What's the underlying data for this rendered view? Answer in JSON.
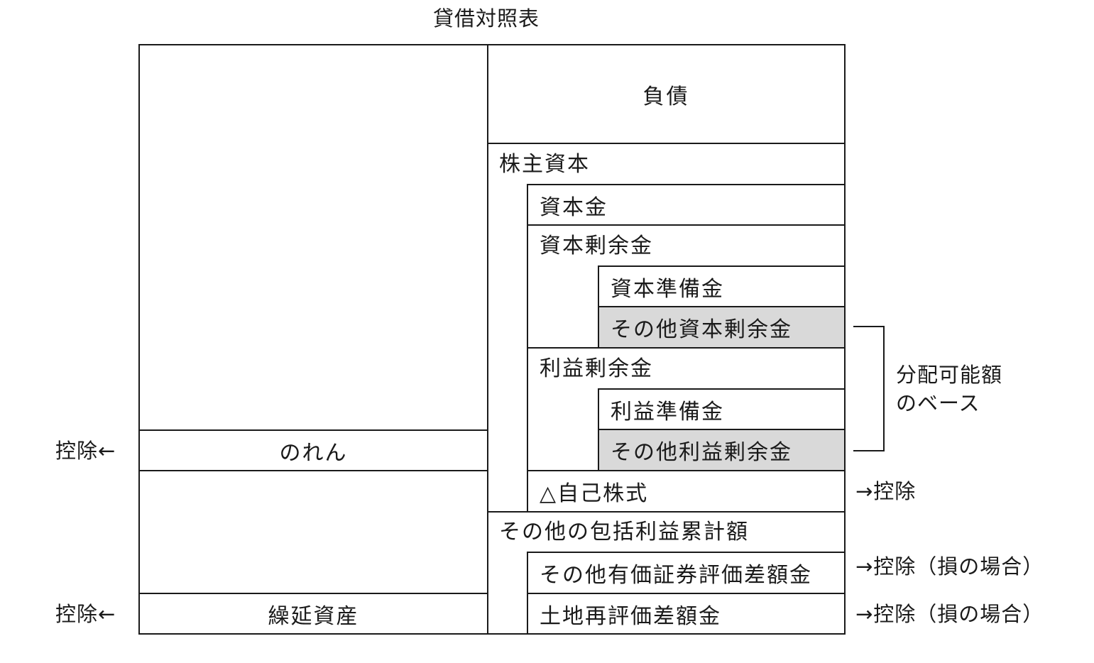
{
  "title": "貸借対照表",
  "assets": {
    "goodwill": "のれん",
    "deferred_assets": "繰延資産"
  },
  "liabilities": "負債",
  "shareholders_equity": {
    "label": "株主資本",
    "capital_stock": "資本金",
    "capital_surplus": {
      "label": "資本剰余金",
      "legal_capital_surplus": "資本準備金",
      "other_capital_surplus": "その他資本剰余金"
    },
    "retained_earnings": {
      "label": "利益剰余金",
      "legal_retained_earnings": "利益準備金",
      "other_retained_earnings": "その他利益剰余金"
    },
    "treasury_stock": "△自己株式"
  },
  "accumulated_oci": {
    "label": "その他の包括利益累計額",
    "securities_valuation": "その他有価証券評価差額金",
    "land_revaluation": "土地再評価差額金"
  },
  "annotations": {
    "deduct_left_goodwill": "控除←",
    "deduct_left_deferred": "控除←",
    "distributable_base_line1": "分配可能額",
    "distributable_base_line2": "のベース",
    "deduct_right_treasury": "→控除",
    "deduct_right_securities": "→控除（損の場合）",
    "deduct_right_land": "→控除（損の場合）"
  },
  "colors": {
    "shaded_cell": "#d9d9d9",
    "line": "#1a1a1a"
  }
}
